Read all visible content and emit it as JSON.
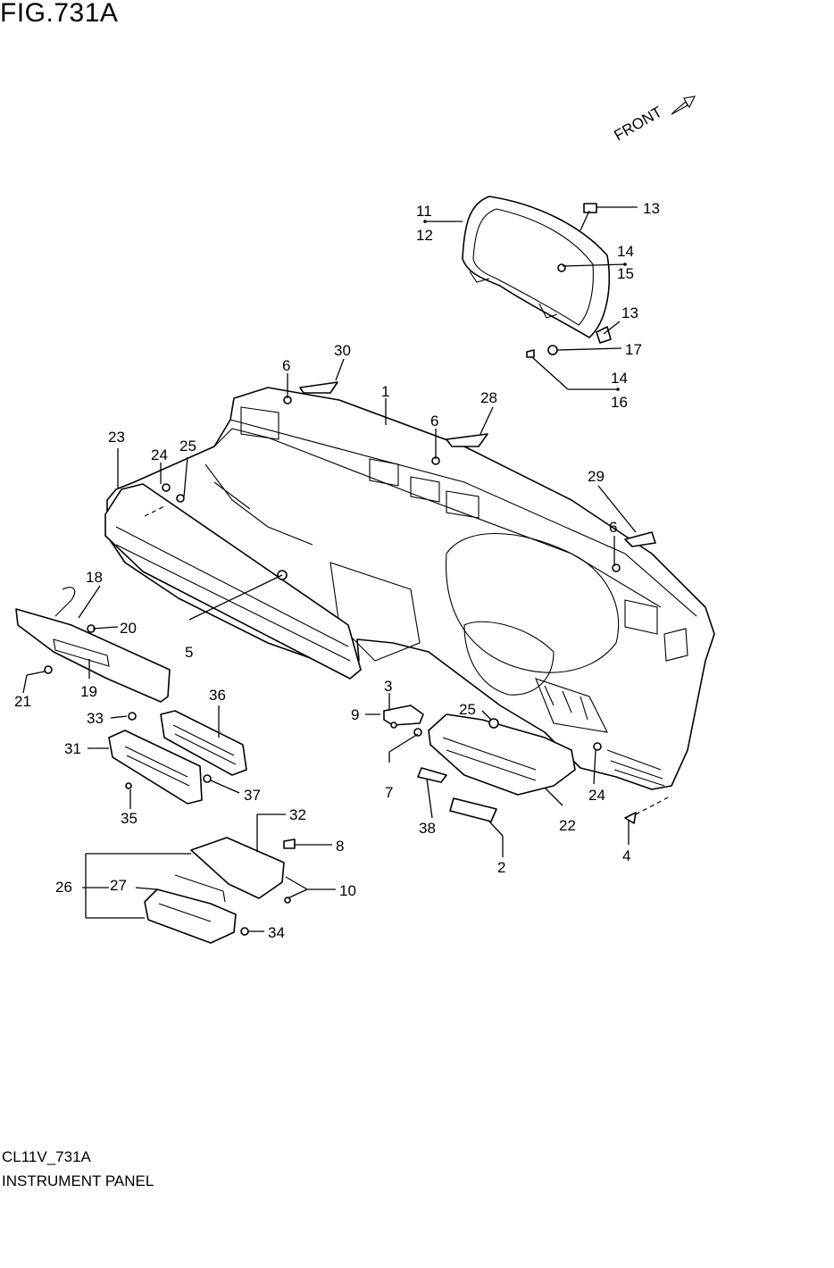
{
  "figure": {
    "title": "FIG.731A",
    "front_label": "FRONT",
    "code": "CL11V_731A",
    "name": "INSTRUMENT PANEL"
  },
  "callouts": {
    "c1": "1",
    "c2": "2",
    "c3": "3",
    "c4": "4",
    "c5": "5",
    "c6a": "6",
    "c6b": "6",
    "c6c": "6",
    "c7": "7",
    "c8": "8",
    "c9": "9",
    "c10": "10",
    "c11": "11",
    "c12": "12",
    "c13a": "13",
    "c13b": "13",
    "c14a": "14",
    "c14b": "14",
    "c15": "15",
    "c16": "16",
    "c17": "17",
    "c18": "18",
    "c19": "19",
    "c20": "20",
    "c21": "21",
    "c22": "22",
    "c23": "23",
    "c24a": "24",
    "c24b": "24",
    "c25a": "25",
    "c25b": "25",
    "c26": "26",
    "c27": "27",
    "c28": "28",
    "c29": "29",
    "c30": "30",
    "c31": "31",
    "c32": "32",
    "c33": "33",
    "c34": "34",
    "c35": "35",
    "c36": "36",
    "c37": "37",
    "c38": "38"
  }
}
